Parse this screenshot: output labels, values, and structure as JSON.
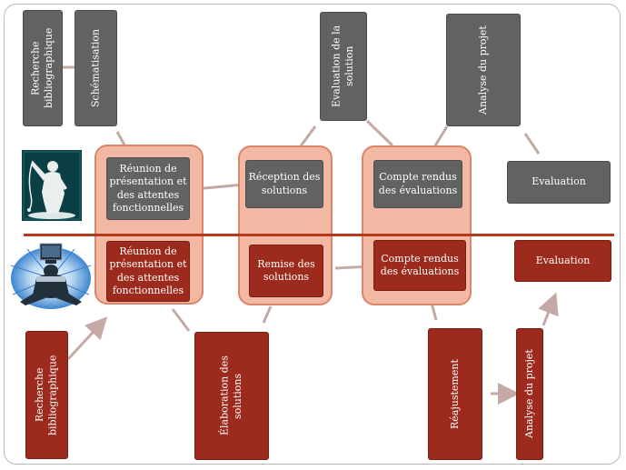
{
  "top": {
    "recherche": "Recherche bibliographique",
    "schematisation": "Schématisation",
    "evaluation_solution": "Evaluation de la solution",
    "analyse_projet": "Analyse du projet",
    "reunion": "Réunion de présentation et des attentes fonctionnelles",
    "reception": "Réception des solutions",
    "compte_rendus": "Compte rendus des évaluations",
    "evaluation": "Evaluation"
  },
  "bottom": {
    "reunion": "Réunion de présentation et des attentes fonctionnelles",
    "remise": "Remise des solutions",
    "compte_rendus": "Compte rendus des évaluations",
    "evaluation": "Evaluation",
    "recherche": "Recherche bibliographique",
    "elaboration": "Élaboration des solutions",
    "reajustement": "Réajustement",
    "analyse_projet": "Analyse du projet"
  },
  "colors": {
    "gray_box": "#626262",
    "red_box": "#9c2a1d",
    "group_fill": "#f2b8a3",
    "divider": "#b33a1c",
    "connector": "#c4a9a4"
  },
  "icons": [
    "client-figure-icon",
    "engineer-computer-icon"
  ]
}
